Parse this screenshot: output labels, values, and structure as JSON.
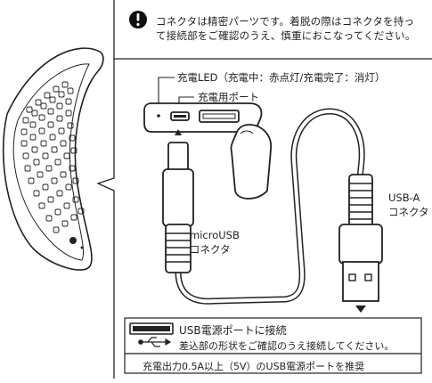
{
  "caution": {
    "icon": "exclamation-icon",
    "text": "コネクタは精密パーツです。着脱の際はコネクタを持って接続部をご確認のうえ、慎重におこなってください。"
  },
  "labels": {
    "charge_led": "充電LED（充電中：赤点灯/充電完了：消灯）",
    "charge_port": "充電用ポート",
    "micro_usb_line1": "microUSB",
    "micro_usb_line2": "コネクタ",
    "usb_a_line1": "USB-A",
    "usb_a_line2": "コネクタ"
  },
  "usb_box": {
    "title": "USB電源ポートに接続",
    "insert_note": "差込部の形状をご確認のうえ接続してください。",
    "recommend": "充電出力0.5A以上（5V）のUSB電源ポートを推奨"
  },
  "colors": {
    "line": "#222222",
    "panel_bg": "#ffffff",
    "caution_bg": "#111111"
  },
  "icons": {
    "caution": "exclamation-icon",
    "usb_symbol": "usb-symbol-icon",
    "port": "usb-port-icon",
    "arrow_up": "arrow-up-icon",
    "arrow_down": "arrow-down-icon"
  }
}
